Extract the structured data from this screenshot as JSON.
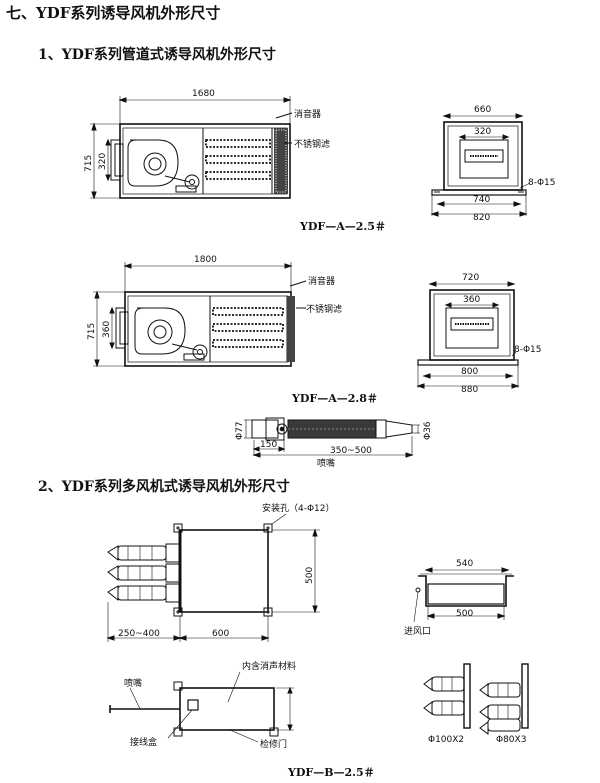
{
  "headings": {
    "main": "七、YDF系列诱导风机外形尺寸",
    "sub1": "1、YDF系列管道式诱导风机外形尺寸",
    "sub2": "2、YDF系列多风机式诱导风机外形尺寸"
  },
  "captions": {
    "a25": "YDF—A—2.5＃",
    "a28": "YDF—A—2.8＃",
    "b25": "YDF—B—2.5＃"
  },
  "a25": {
    "length": "1680",
    "height": "715",
    "inner_height": "320",
    "muffler": "消音器",
    "filter": "不锈钢滤",
    "front_width": "660",
    "front_inner": "320",
    "base_inner": "740",
    "base_outer": "820",
    "holes": "8-Φ15"
  },
  "a28": {
    "length": "1800",
    "height": "715",
    "inner_height": "360",
    "muffler": "消音器",
    "filter": "不锈钢滤",
    "front_width": "720",
    "front_inner": "360",
    "base_inner": "800",
    "base_outer": "880",
    "holes": "8-Φ15"
  },
  "nozzle": {
    "dia_left": "Φ77",
    "dia_right": "Φ36",
    "len_a": "150",
    "len_b": "350~500",
    "name": "喷嘴"
  },
  "b25": {
    "mount_holes": "安装孔（4-Φ12）",
    "height": "500",
    "nozzle_len": "250~400",
    "width": "600",
    "inner_material": "内含消声材料",
    "nozzle": "喷嘴",
    "junction_box": "接线盒",
    "access_door": "检修门",
    "top_width": "540",
    "bottom_width": "500",
    "inlet": "进风口",
    "opt1": "Φ100X2",
    "opt2": "Φ80X3"
  }
}
